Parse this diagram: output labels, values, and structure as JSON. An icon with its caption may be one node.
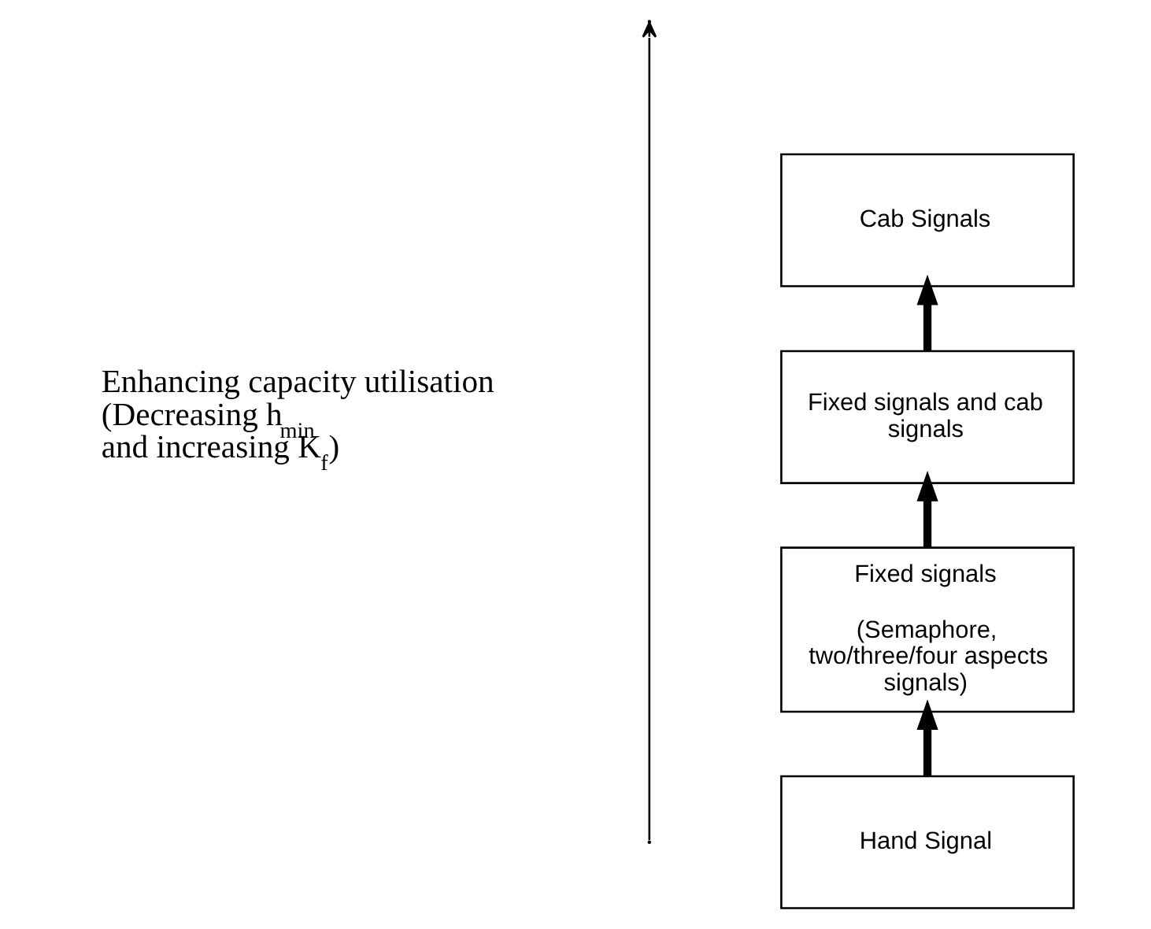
{
  "diagram": {
    "nodes": [
      {
        "text": [
          "Cab Signals"
        ]
      },
      {
        "text": [
          "Fixed signals and cab signals"
        ]
      },
      {
        "text": [
          "Fixed signals",
          "(Semaphore, two/three/four aspects signals)"
        ]
      },
      {
        "text": [
          "Hand Signal"
        ]
      }
    ],
    "edges": [
      {
        "from": 3,
        "to": 2,
        "arrow": "to"
      },
      {
        "from": 2,
        "to": 1,
        "arrow": "to"
      },
      {
        "from": 1,
        "to": 0,
        "arrow": "to"
      }
    ],
    "labels": [
      "Enhancing capacity utilisation (Decreasing h$_{min}$ and increasing K$_{f}$)"
    ]
  }
}
